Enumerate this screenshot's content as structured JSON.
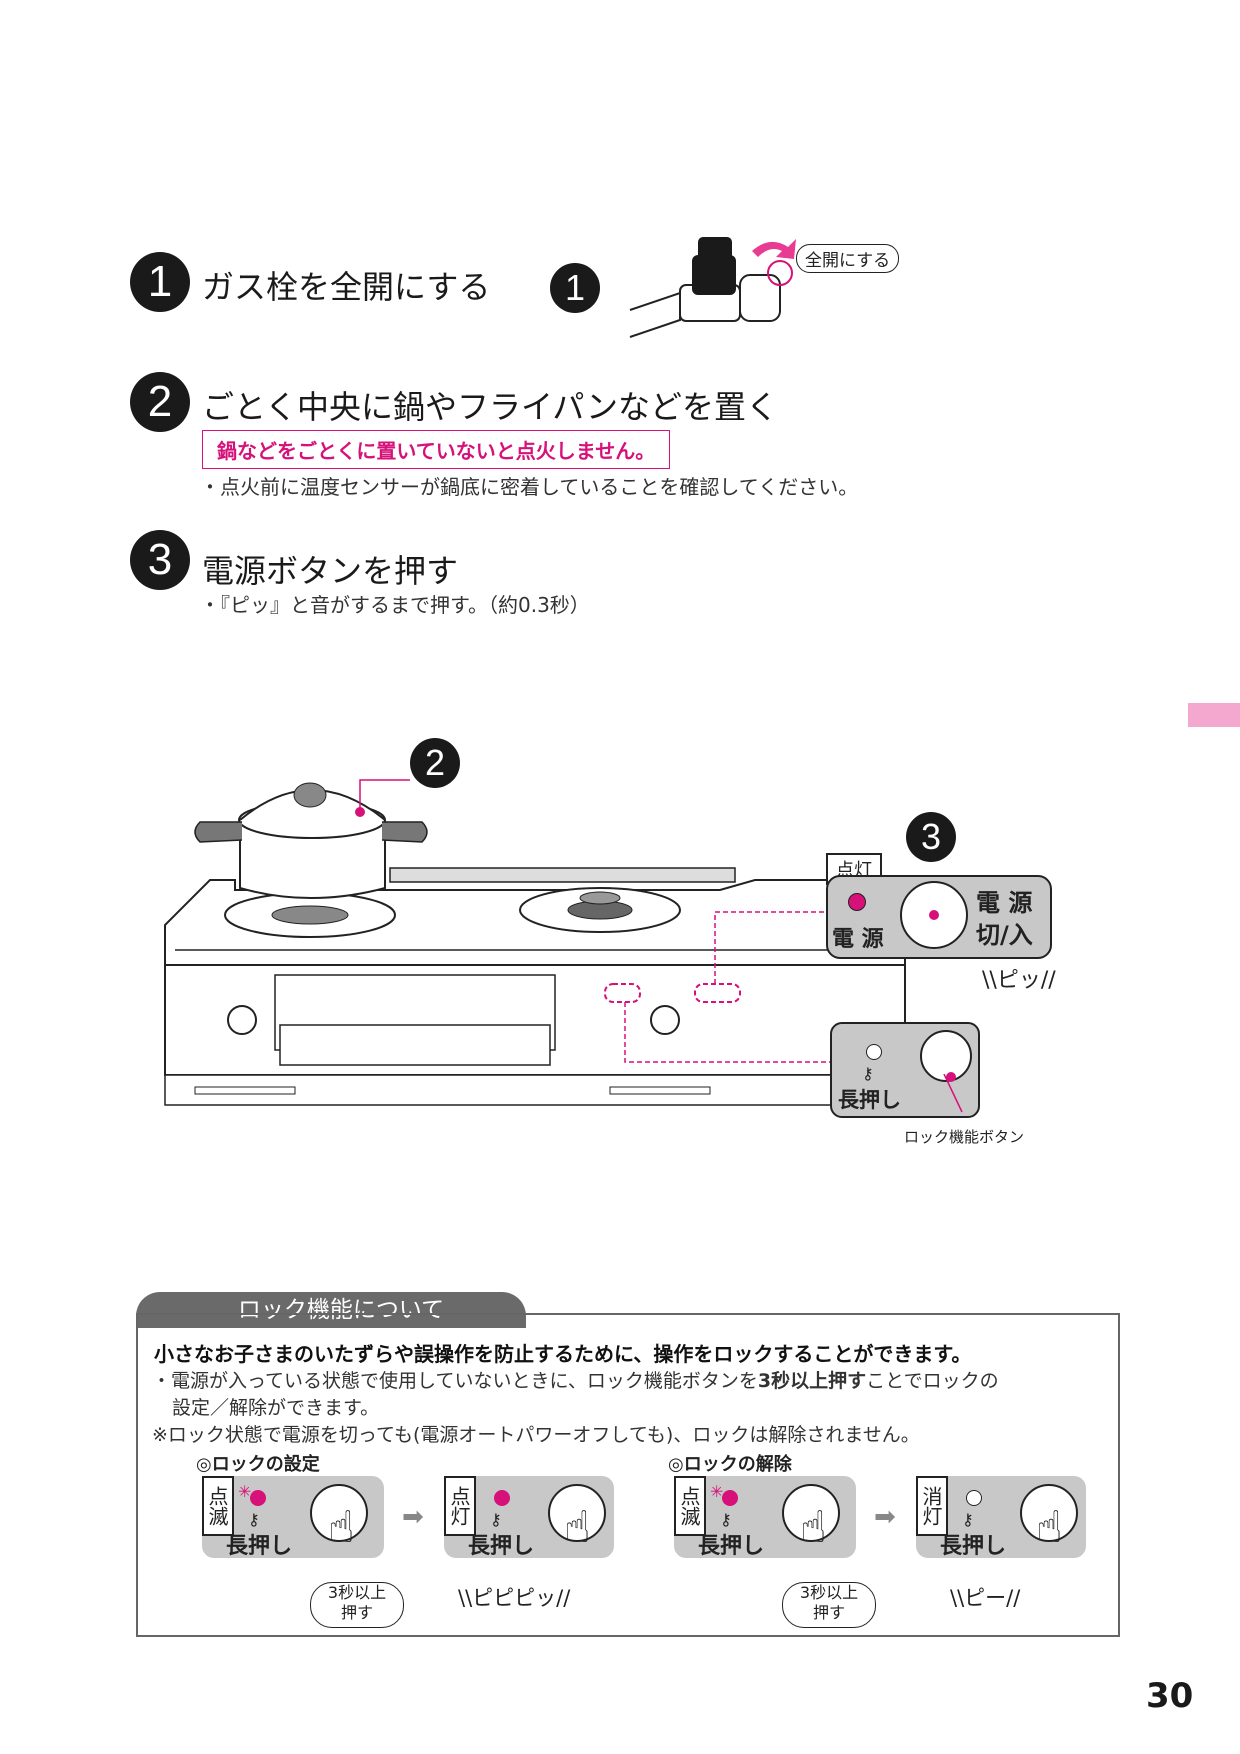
{
  "steps": [
    {
      "number": "1",
      "title": "ガス栓を全開にする"
    },
    {
      "number": "2",
      "title": "ごとく中央に鍋やフライパンなどを置く",
      "warning": "鍋などをごとくに置いていないと点火しません。",
      "note": "・点火前に温度センサーが鍋底に密着していることを確認してください。"
    },
    {
      "number": "3",
      "title": "電源ボタンを押す",
      "note": "・『ピッ』と音がするまで押す。（約0.3秒）"
    }
  ],
  "valve_illustration": {
    "number": "1",
    "callout": "全開にする"
  },
  "stove_illustration": {
    "pot_number": "2",
    "power_number": "3",
    "lit_label": "点灯",
    "power_lamp_label": "電 源",
    "power_button_label_line1": "電 源",
    "power_button_label_line2": "切/入",
    "beep": "ピッ",
    "long_press_label": "長押し",
    "lock_button_caption": "ロック機能ボタン"
  },
  "lock_section": {
    "header": "ロック機能について",
    "lead": "小さなお子さまのいたずらや誤操作を防止するために、操作をロックすることができます。",
    "bullet_prefix": "・電源が入っている状態で使用していないときに、ロック機能ボタンを",
    "bullet_bold": "3秒以上押す",
    "bullet_suffix": "ことでロックの",
    "bullet_line2": "設定／解除ができます。",
    "remark": "※ロック状態で電源を切っても(電源オートパワーオフしても)、ロックは解除されません。",
    "setting": {
      "heading": "◎ロックの設定",
      "before_status": "点滅",
      "after_status": "点灯",
      "long_press": "長押し",
      "duration_line1": "3秒以上",
      "duration_line2": "押す",
      "sound": "ピピピッ"
    },
    "release": {
      "heading": "◎ロックの解除",
      "before_status": "点滅",
      "after_status": "消灯",
      "long_press": "長押し",
      "duration_line1": "3秒以上",
      "duration_line2": "押す",
      "sound": "ピー"
    }
  },
  "page_number": "30",
  "colors": {
    "accent": "#d6117a",
    "side_tab": "#f5a8cf",
    "panel_gray": "#c8c8c8",
    "dark": "#1a1a1a"
  }
}
